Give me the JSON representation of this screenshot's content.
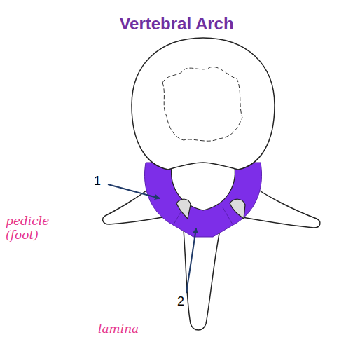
{
  "diagram": {
    "title": "Vertebral Arch",
    "labels": [
      "1",
      "2",
      "pedicle (foot)",
      "lamina"
    ]
  }
}
